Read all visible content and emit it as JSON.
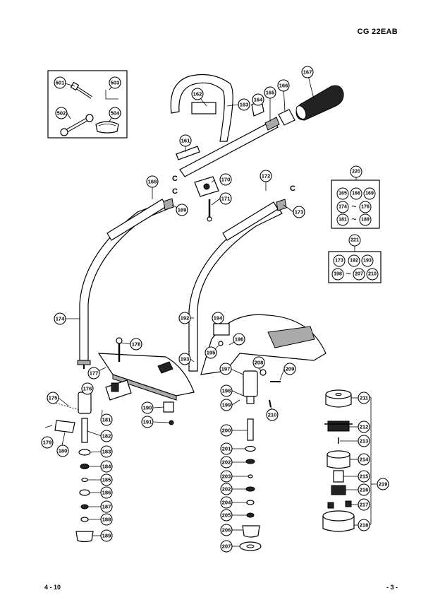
{
  "header": {
    "model": "CG 22EAB"
  },
  "footer": {
    "left": "4 - 10",
    "right": "- 3 -"
  },
  "reference_letter": "C",
  "kit_220": {
    "number": "220",
    "row1": [
      "165",
      "166",
      "169"
    ],
    "row2": {
      "from": "174",
      "to": "176",
      "sep": "～"
    },
    "row3": {
      "from": "181",
      "to": "189",
      "sep": "～"
    }
  },
  "kit_221": {
    "number": "221",
    "row1": [
      "173",
      "192",
      "193"
    ],
    "row2": {
      "from": "198",
      "to": "207",
      "sep": "～",
      "extra": "210"
    }
  },
  "callouts": [
    "501",
    "503",
    "502",
    "504",
    "161",
    "162",
    "163",
    "164",
    "165",
    "166",
    "167",
    "168",
    "169",
    "170",
    "171",
    "172",
    "173",
    "174",
    "175",
    "176",
    "177",
    "178",
    "179",
    "180",
    "181",
    "182",
    "183",
    "184",
    "185",
    "186",
    "187",
    "188",
    "189",
    "190",
    "191",
    "192",
    "193",
    "194",
    "195",
    "196",
    "197",
    "198",
    "199",
    "200",
    "201",
    "202",
    "203",
    "202",
    "204",
    "205",
    "206",
    "207",
    "208",
    "209",
    "210",
    "211",
    "212",
    "213",
    "214",
    "215",
    "216",
    "217",
    "218",
    "219"
  ]
}
